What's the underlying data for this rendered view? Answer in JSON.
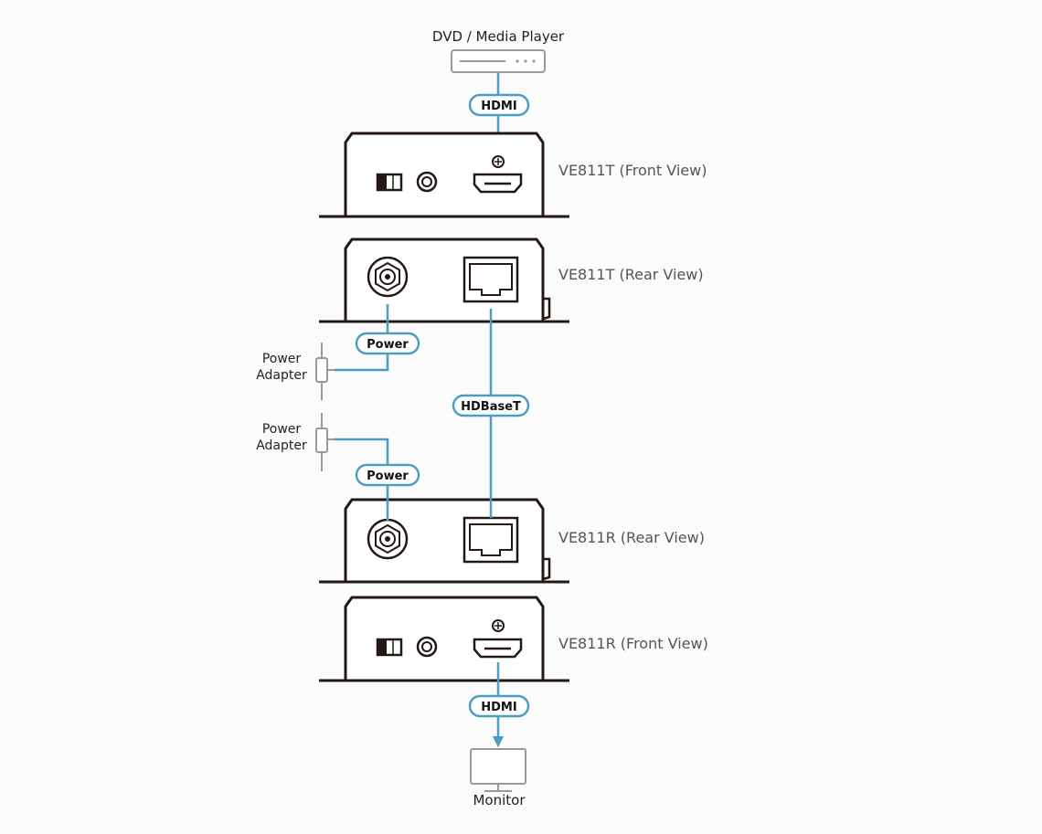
{
  "source": {
    "label": "DVD / Media Player",
    "icon": "dvd-player-icon"
  },
  "sink": {
    "label": "Monitor",
    "icon": "monitor-icon"
  },
  "devices": {
    "tx_front": {
      "label": "VE811T (Front View)"
    },
    "tx_rear": {
      "label": "VE811T (Rear View)"
    },
    "rx_rear": {
      "label": "VE811R (Rear View)"
    },
    "rx_front": {
      "label": "VE811R (Front View)"
    }
  },
  "cables": {
    "hdmi_in": "HDMI",
    "hdmi_out": "HDMI",
    "hdbaset": "HDBaseT",
    "power_tx": "Power",
    "power_rx": "Power"
  },
  "adapters": {
    "tx": {
      "line1": "Power",
      "line2": "Adapter"
    },
    "rx": {
      "line1": "Power",
      "line2": "Adapter"
    }
  },
  "colors": {
    "cable": "#4a9fc1",
    "device_outline": "#231815",
    "peripheral": "#999999"
  }
}
